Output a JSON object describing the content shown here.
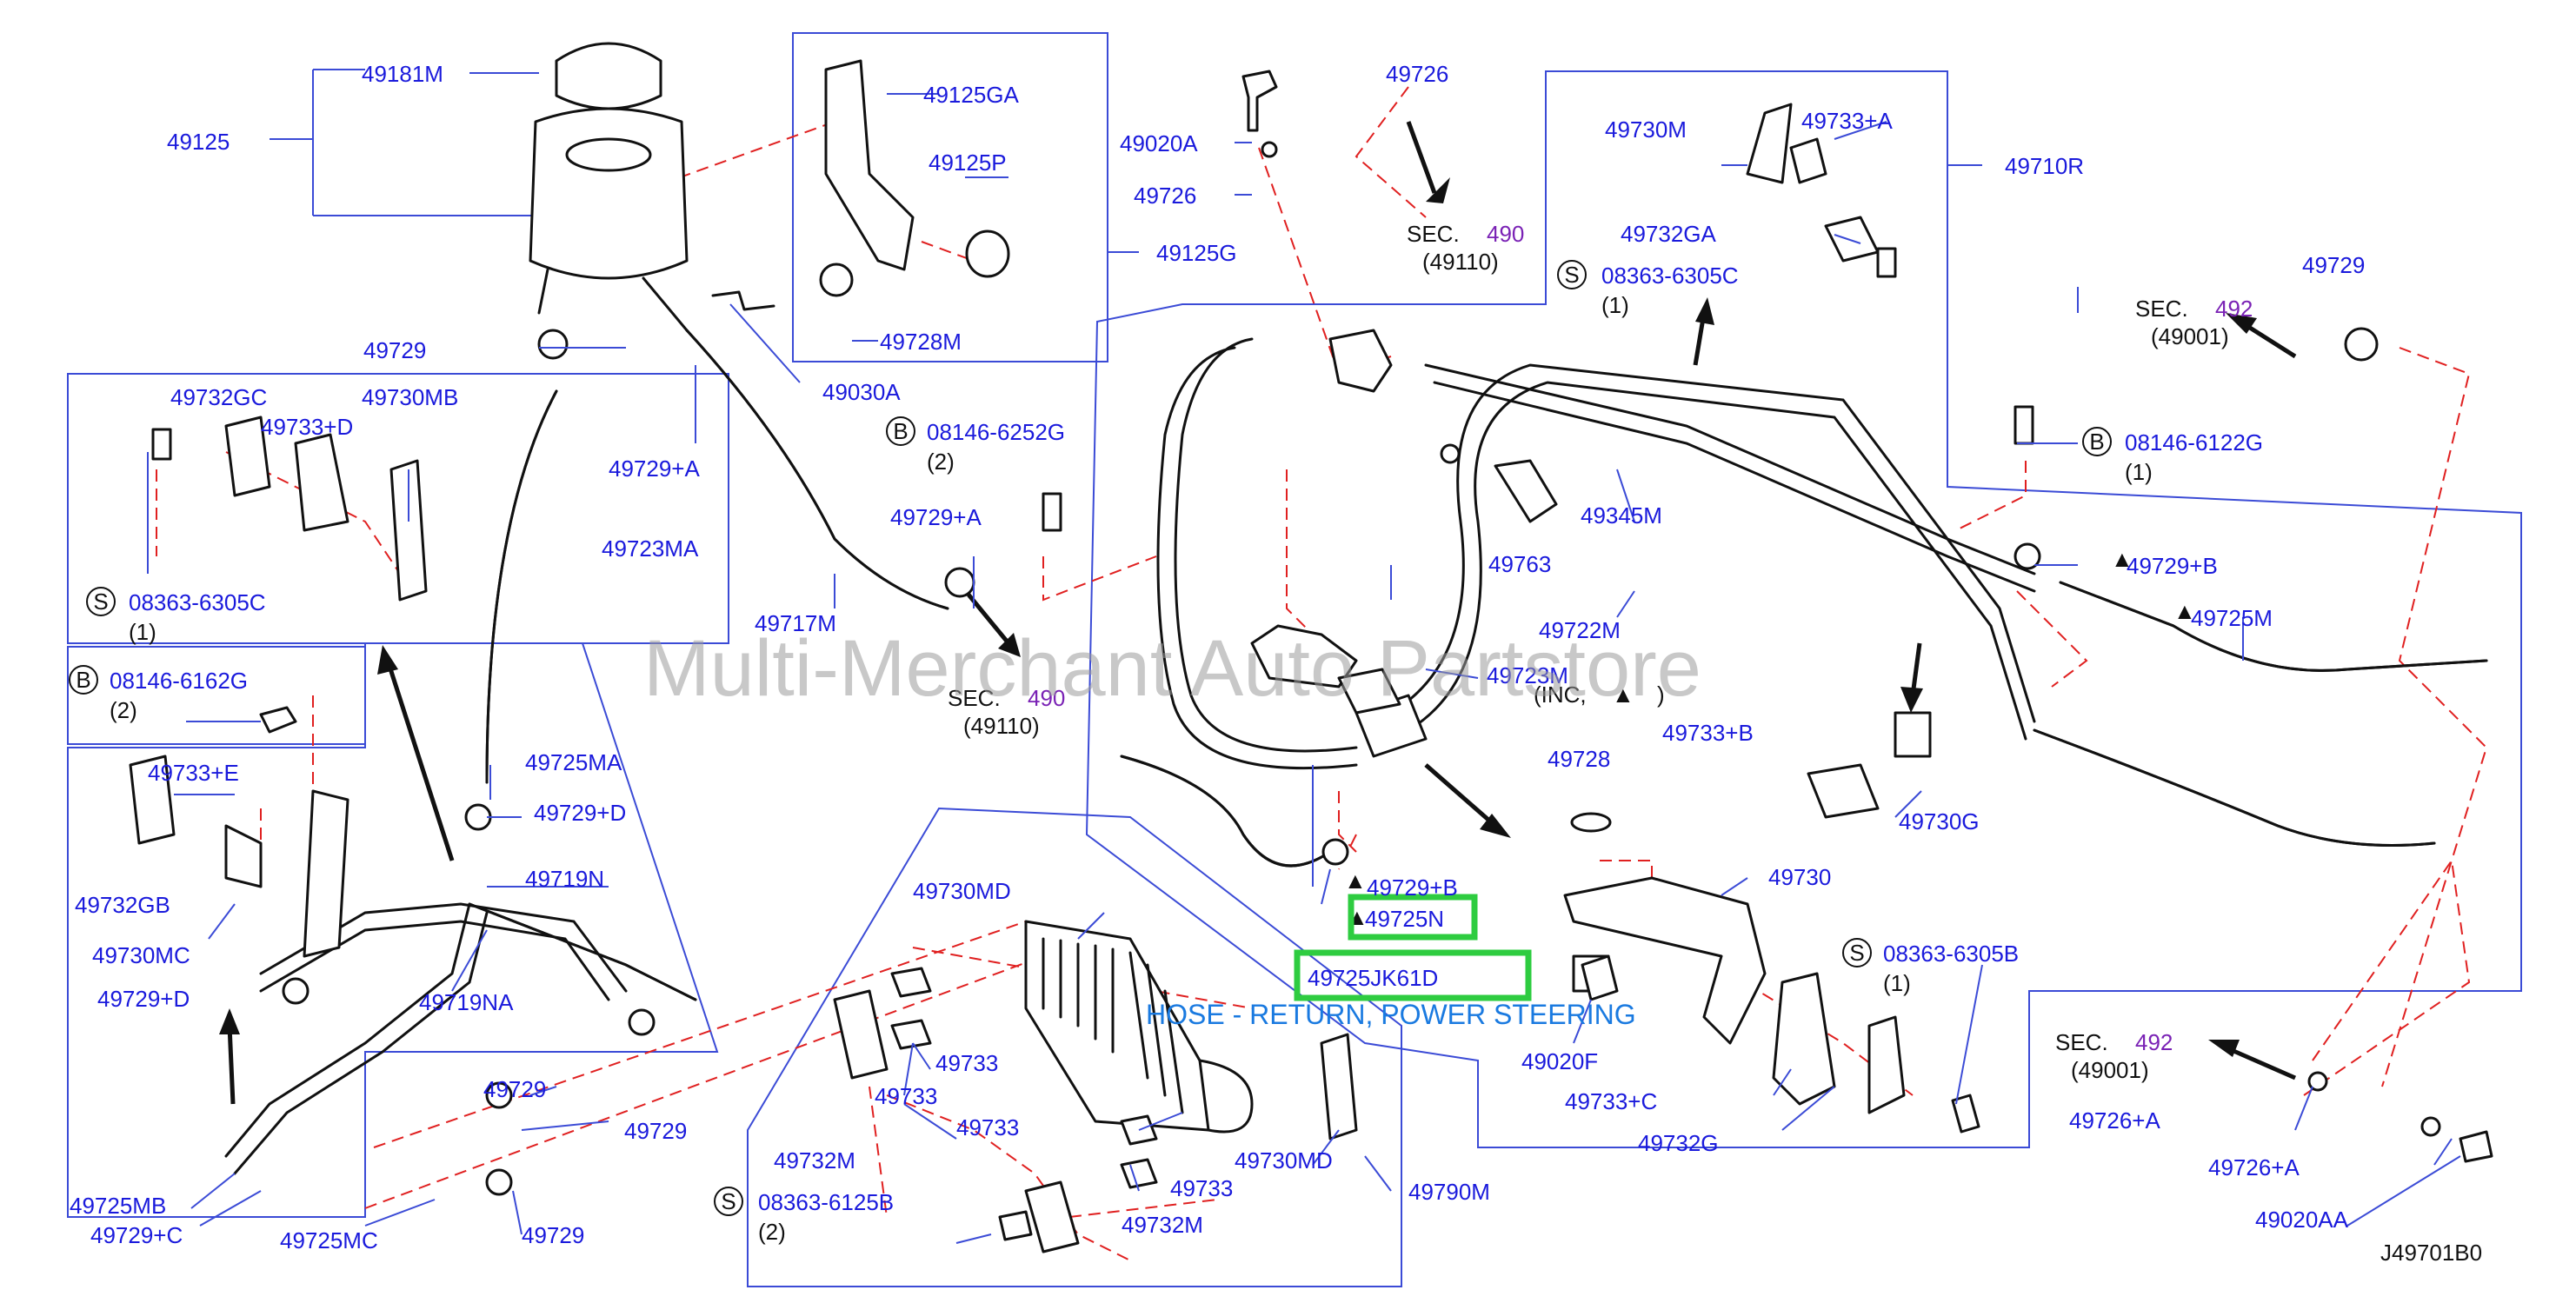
{
  "colors": {
    "label": "#1a1adc",
    "leader": "#3b4bd6",
    "dash": "#e02020",
    "section_ref": "#7a22b5",
    "highlight": "#2ecc40",
    "hose_note": "#1a7ae0"
  },
  "watermark": "Multi-Merchant Auto Partstore",
  "diagram_code": "J49701B0",
  "hose_note": "HOSE - RETURN, POWER STEERING",
  "highlighted": [
    "49725N",
    "49725JK61D"
  ],
  "parts": [
    "49181M",
    "49125",
    "49125GA",
    "49125P",
    "49125G",
    "49728M",
    "49020A",
    "49726",
    "49030A",
    "49729",
    "49729+A",
    "49729+A",
    "49717M",
    "49732GC",
    "49733+D",
    "49730MB",
    "08363-6305C",
    "(1)",
    "49723MA",
    "08146-6162G",
    "(2)",
    "08146-6252G",
    "(2)",
    "49733+E",
    "49732GB",
    "49730MC",
    "49729+D",
    "49725MA",
    "49729+D",
    "49719N",
    "49719NA",
    "49729",
    "49729",
    "49725MB",
    "49729+C",
    "49725MC",
    "49729",
    "49726",
    "49730M",
    "49733+A",
    "49710R",
    "49732GA",
    "08363-6305C",
    "(1)",
    "49729",
    "08146-6122G",
    "(1)",
    "49345M",
    "49763",
    "49722M",
    "49723M",
    "49729+B",
    "49725M",
    "49733+B",
    "49730G",
    "49728",
    "49729+B",
    "49725N",
    "49725JK61D",
    "49730",
    "49020F",
    "08363-6305B",
    "(1)",
    "49733+C",
    "49732G",
    "49730MD",
    "49733",
    "49733",
    "49733",
    "49733",
    "49732M",
    "49730MD",
    "49790M",
    "08363-6125B",
    "(2)",
    "49732M",
    "49726+A",
    "49726+A",
    "49020AA"
  ],
  "sections": [
    {
      "prefix": "SEC.",
      "num": "490",
      "ref": "(49110)"
    },
    {
      "prefix": "SEC.",
      "num": "490",
      "ref": "(49110)"
    },
    {
      "prefix": "SEC.",
      "num": "492",
      "ref": "(49001)"
    },
    {
      "prefix": "SEC.",
      "num": "492",
      "ref": "(49001)"
    }
  ],
  "symbols": {
    "screw": "S",
    "bolt": "B",
    "triangle": "▲",
    "inc_prefix": "(INC,",
    "inc_suffix": ")"
  }
}
